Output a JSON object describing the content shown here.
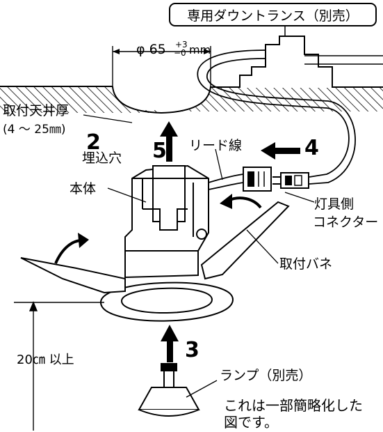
{
  "labels": {
    "transformer": "専用ダウントランス（別売）",
    "diameter_prefix": "φ 65",
    "tol_plus": "+3",
    "tol_minus": "−0",
    "diameter_unit": "mm",
    "ceiling_thickness": "取付天井厚",
    "ceiling_range": "(4 〜 25㎜)",
    "hole": "埋込穴",
    "lead_wire": "リード線",
    "body": "本体",
    "connector_line1": "灯具側",
    "connector_line2": "コネクター",
    "spring": "取付バネ",
    "clearance": "20㎝ 以上",
    "lamp": "ランプ（別売）",
    "note_line1": "これは一部簡略化した",
    "note_line2": "図です。"
  },
  "steps": {
    "s2": "2",
    "s3": "3",
    "s4": "4",
    "s5": "5"
  },
  "colors": {
    "line": "#000000",
    "background": "#ffffff",
    "hatch": "#000000"
  }
}
